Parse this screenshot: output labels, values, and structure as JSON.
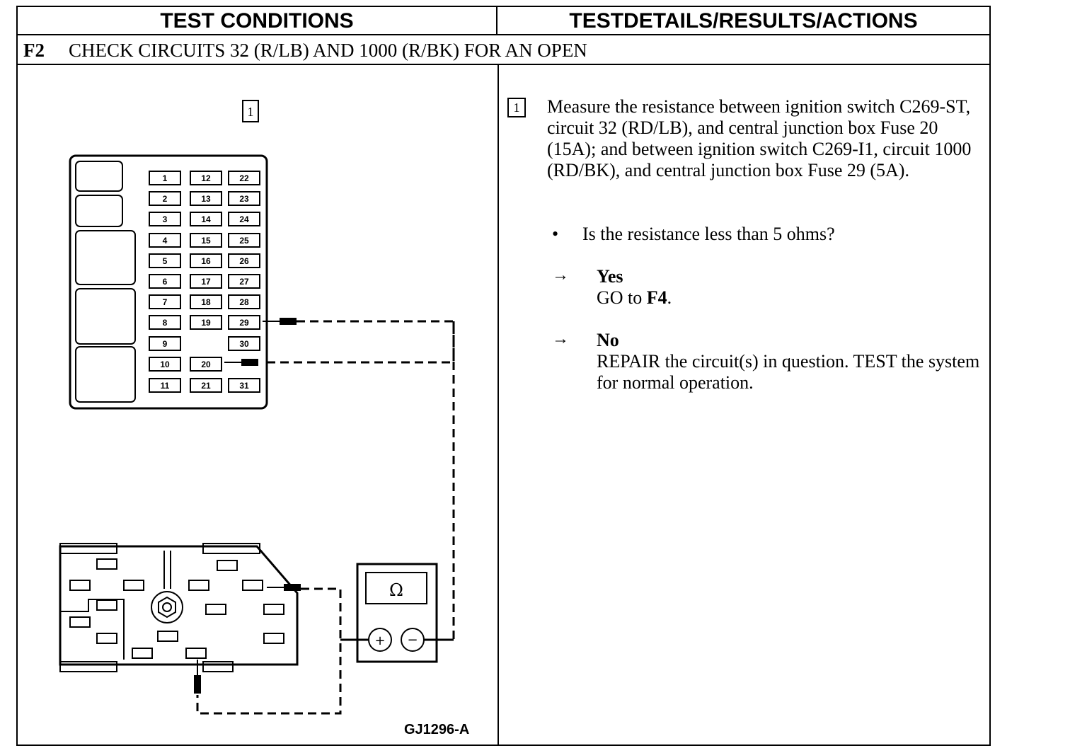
{
  "header": {
    "left": "TEST CONDITIONS",
    "right": "TESTDETAILS/RESULTS/ACTIONS"
  },
  "step": {
    "id": "F2",
    "title": "CHECK CIRCUITS 32 (R/LB) AND 1000 (R/BK) FOR AN OPEN"
  },
  "diagram": {
    "step_box": "1",
    "figure_id": "GJ1296-A",
    "ohm_symbol": "Ω",
    "plus": "+",
    "minus": "−",
    "fuses": [
      "1",
      "2",
      "3",
      "4",
      "5",
      "6",
      "7",
      "8",
      "9",
      "10",
      "11",
      "12",
      "13",
      "14",
      "15",
      "16",
      "17",
      "18",
      "19",
      "20",
      "21",
      "22",
      "23",
      "24",
      "25",
      "26",
      "27",
      "28",
      "29",
      "30",
      "31"
    ]
  },
  "details": {
    "step_box": "1",
    "instruction": "Measure the resistance between ignition switch C269-ST, circuit 32 (RD/LB), and central junction box Fuse 20 (15A); and between ignition switch C269-I1, circuit 1000 (RD/BK), and central junction box Fuse 29 (5A).",
    "bullet": "•",
    "question": "Is the resistance less than 5 ohms?",
    "arrow": "→",
    "yes_label": "Yes",
    "yes_action_prefix": "GO to ",
    "yes_action_target": "F4",
    "yes_action_suffix": ".",
    "no_label": "No",
    "no_action": "REPAIR the circuit(s) in question. TEST the system for normal operation."
  }
}
